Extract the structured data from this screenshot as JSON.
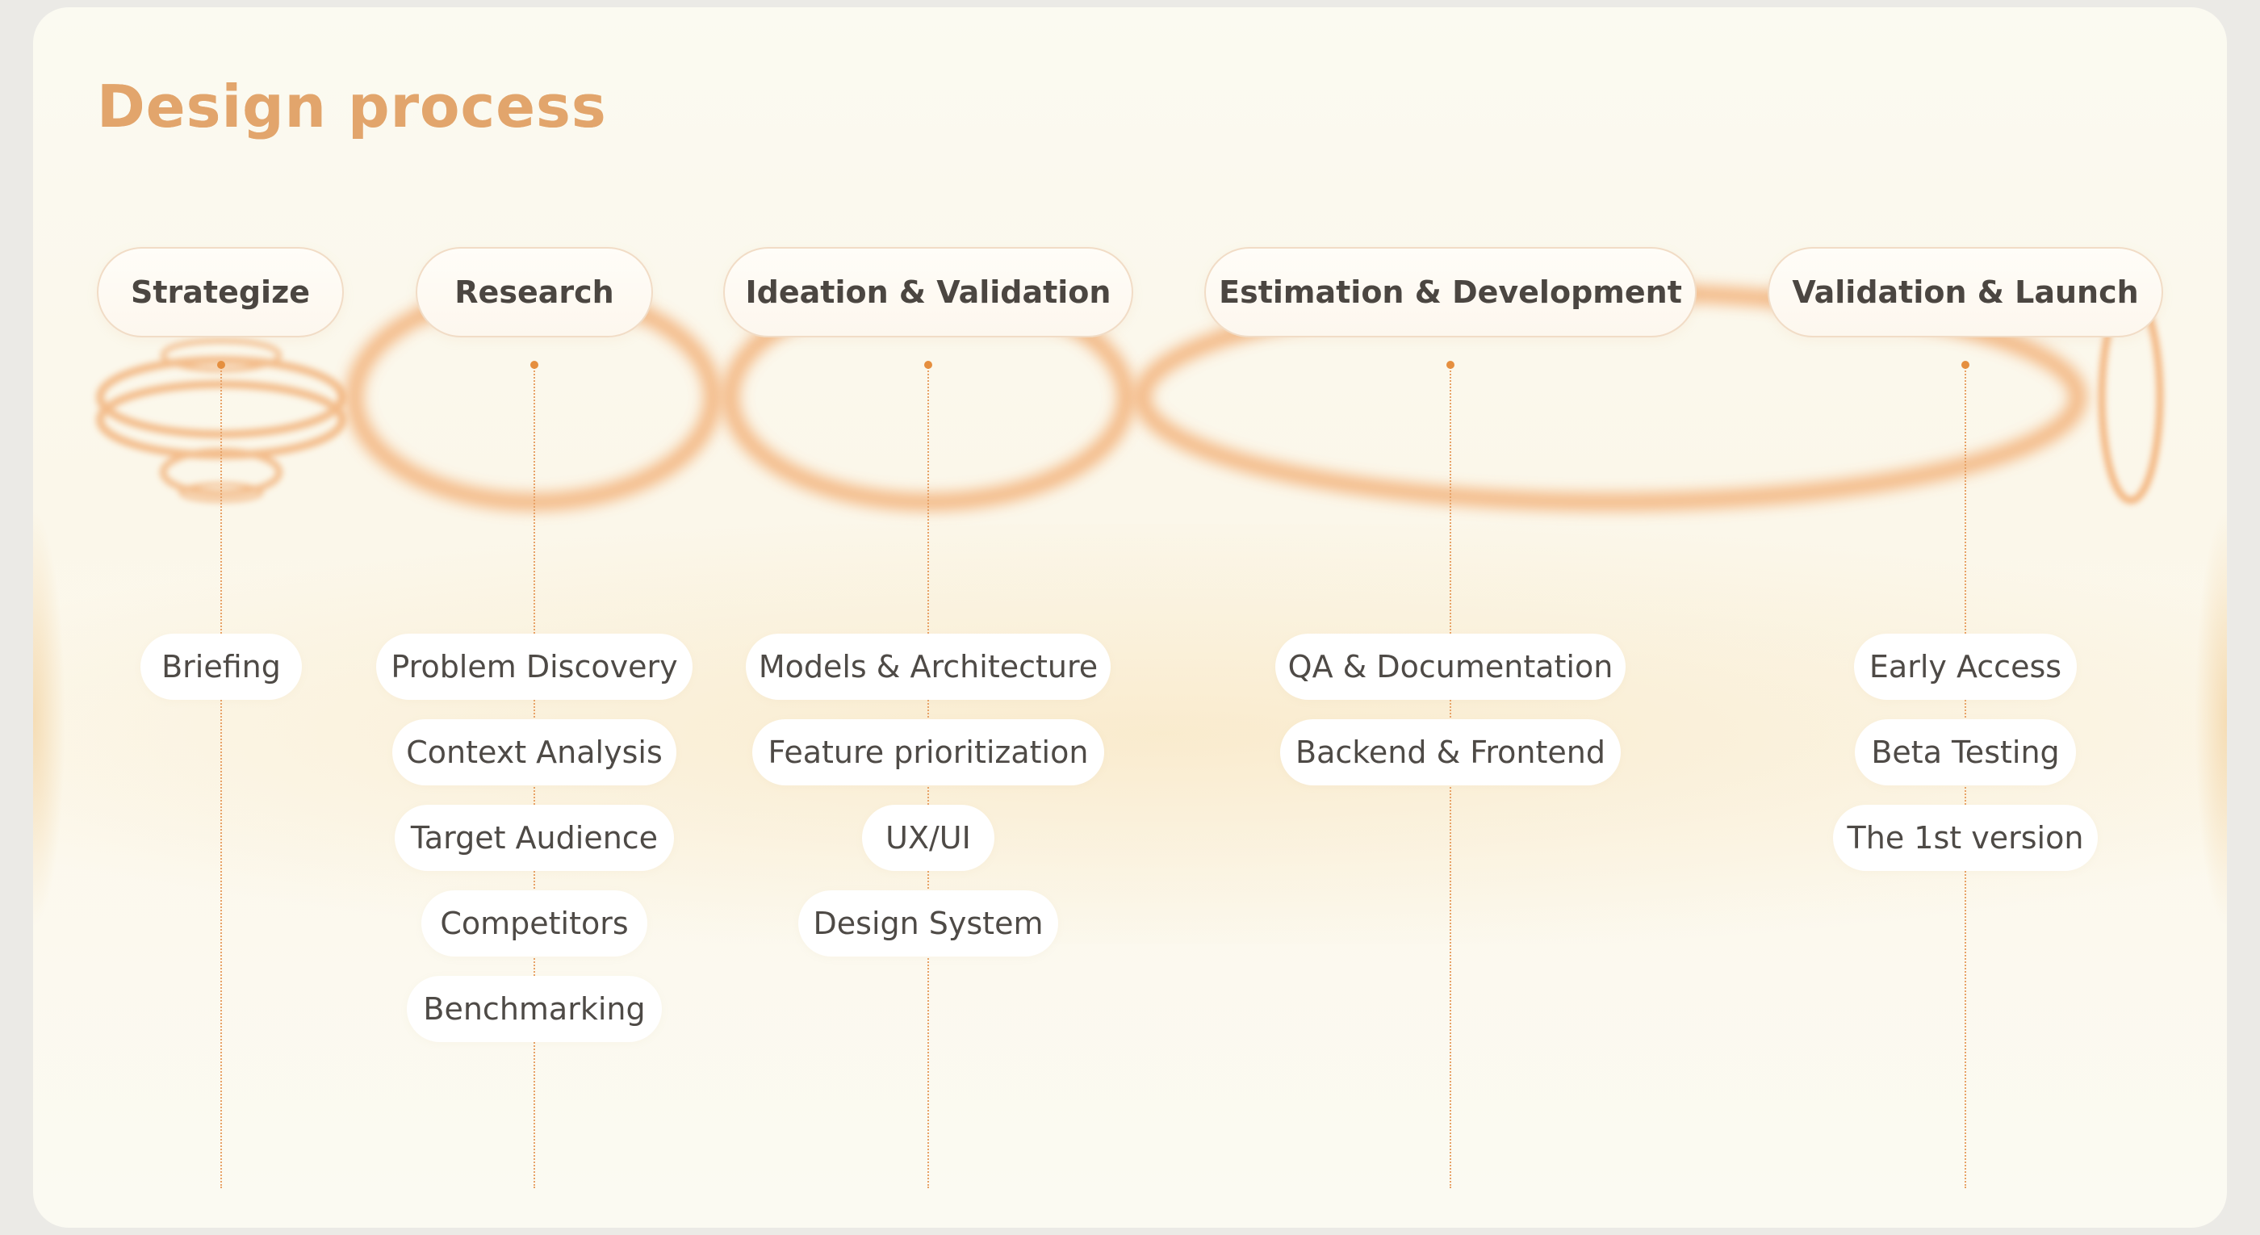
{
  "title": "Design process",
  "colors": {
    "accent": "#e58f3f",
    "title": "#e2a56c",
    "text": "#4b4641",
    "ring": "#f2a86a"
  },
  "stages": [
    {
      "label": "Strategize",
      "items": [
        "Briefing"
      ]
    },
    {
      "label": "Research",
      "items": [
        "Problem Discovery",
        "Context Analysis",
        "Target Audience",
        "Competitors",
        "Benchmarking"
      ]
    },
    {
      "label": "Ideation & Validation",
      "items": [
        "Models & Architecture",
        "Feature prioritization",
        "UX/UI",
        "Design System"
      ]
    },
    {
      "label": "Estimation & Development",
      "items": [
        "QA & Documentation",
        "Backend & Frontend"
      ]
    },
    {
      "label": "Validation & Launch",
      "items": [
        "Early Access",
        "Beta Testing",
        "The 1st version"
      ]
    }
  ]
}
